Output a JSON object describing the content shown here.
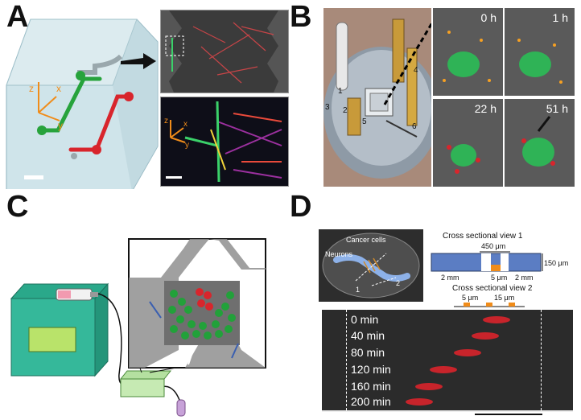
{
  "panels": {
    "A": {
      "letter": "A",
      "axes_3d": [
        "z",
        "x",
        "y"
      ],
      "axes_inset": [
        "z",
        "x",
        "y"
      ]
    },
    "B": {
      "letter": "B",
      "parts": [
        "1",
        "2",
        "3",
        "4",
        "5",
        "6"
      ],
      "timepoints": [
        "0 h",
        "1 h",
        "22 h",
        "51 h"
      ]
    },
    "C": {
      "letter": "C"
    },
    "D": {
      "letter": "D",
      "dish_labels": {
        "cancer": "Cancer cells",
        "neurons": "Neurons",
        "cut1": "1",
        "cut2": "2"
      },
      "cross_view_1": {
        "title": "Cross sectional view 1",
        "gap": "450 μm",
        "height": "150 μm",
        "channel_small": "5 μm",
        "left_width": "2 mm",
        "right_width": "2 mm"
      },
      "cross_view_2": {
        "title": "Cross sectional view 2",
        "a": "5 μm",
        "b": "15 μm"
      },
      "timelapse": [
        "0 min",
        "40 min",
        "80 min",
        "120 min",
        "160 min",
        "200 min"
      ]
    }
  },
  "colors": {
    "green": "#1f9a3a",
    "red": "#d8252c",
    "blue_channel": "#5b7dc3",
    "orange_axis": "#f08c1a"
  }
}
